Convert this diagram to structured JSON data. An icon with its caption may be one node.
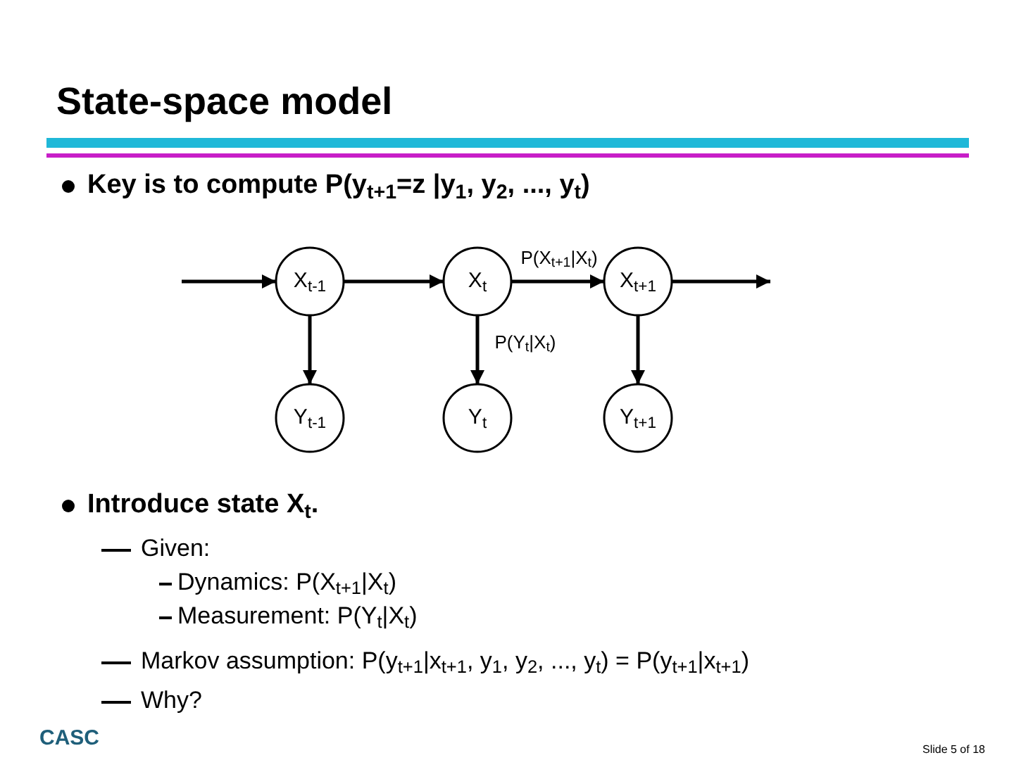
{
  "diagram": {
    "title": "State-space model",
    "nodes": [
      {
        "text": [
          "X$_{t-1}$"
        ]
      },
      {
        "text": [
          "X$_{t}$"
        ]
      },
      {
        "text": [
          "X$_{t+1}$"
        ]
      },
      {
        "text": [
          "Y$_{t-1}$"
        ]
      },
      {
        "text": [
          "Y$_{t}$"
        ]
      },
      {
        "text": [
          "Y$_{t+1}$"
        ]
      }
    ],
    "edges": [
      {
        "from": null,
        "to": 0,
        "arrow": "to"
      },
      {
        "from": 0,
        "to": 1,
        "arrow": "to"
      },
      {
        "from": 1,
        "to": 2,
        "arrow": "to",
        "label": "P(X$_{t+1}$|X$_{t}$)"
      },
      {
        "from": 2,
        "to": null,
        "arrow": "to"
      },
      {
        "from": 0,
        "to": 3,
        "arrow": "to"
      },
      {
        "from": 1,
        "to": 4,
        "arrow": "to",
        "label": "P(Y$_{t}$|X$_{t}$)"
      },
      {
        "from": 2,
        "to": 5,
        "arrow": "to"
      }
    ],
    "labels": [
      "Key is to compute P(y$_{t+1}$=z |y$_{1}$, y$_{2}$, ..., y$_{t}$)",
      "Introduce state X$_{t}$.",
      "Given:",
      "Dynamics: P(X$_{t+1}$|X$_{t}$)",
      "Measurement: P(Y$_{t}$|X$_{t}$)",
      "Markov assumption: P(y$_{t+1}$|x$_{t+1}$, y$_{1}$, y$_{2}$, ..., y$_{t}$) = P(y$_{t+1}$|x$_{t+1}$)",
      "Why?",
      "CASC",
      "Slide 5 of 18"
    ]
  }
}
